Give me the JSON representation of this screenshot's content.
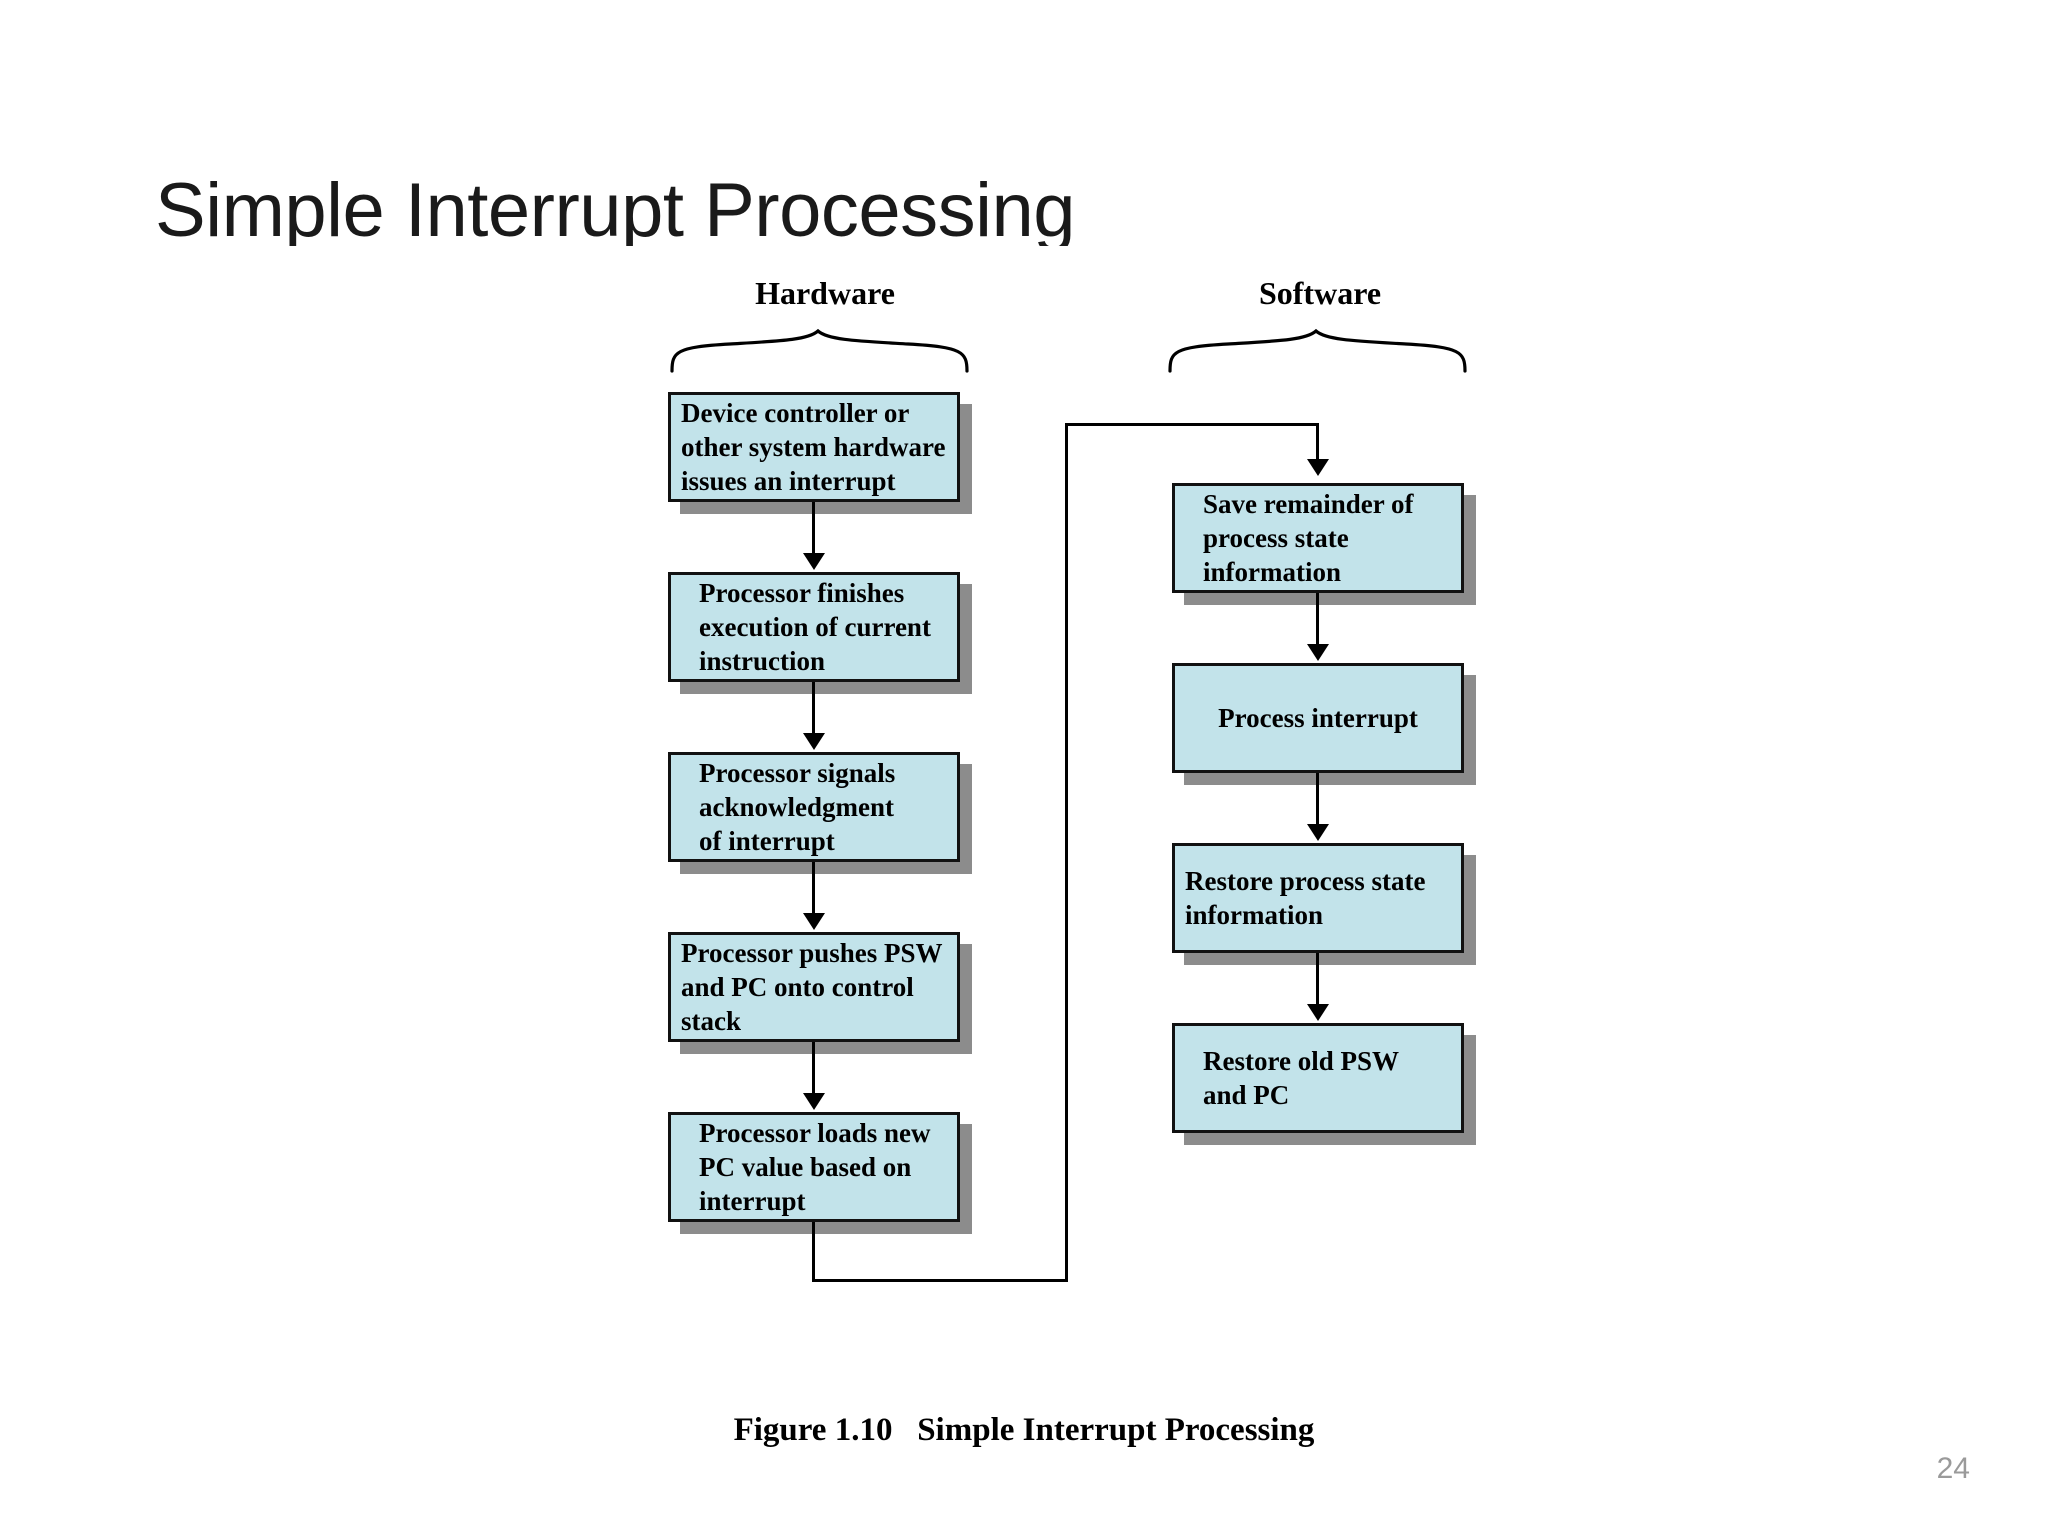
{
  "slide": {
    "title": "Simple Interrupt Processing",
    "page_number": "24",
    "caption": "Figure 1.10   Simple Interrupt Processing"
  },
  "colors": {
    "box_fill": "#c2e3ea",
    "box_border": "#111111",
    "box_shadow": "#8c8c8c",
    "connector": "#000000",
    "title_text": "#1a1a1a",
    "page_number_text": "#9a9a9a",
    "background": "#ffffff"
  },
  "columns": [
    {
      "id": "hardware",
      "label": "Hardware"
    },
    {
      "id": "software",
      "label": "Software"
    }
  ],
  "hardware_steps": [
    {
      "text": "Device controller or\nother system hardware\nissues an interrupt"
    },
    {
      "text": "Processor finishes\nexecution of current\ninstruction"
    },
    {
      "text": "Processor signals\nacknowledgment\nof interrupt"
    },
    {
      "text": "Processor pushes PSW\nand PC onto control\nstack"
    },
    {
      "text": "Processor loads new\nPC value based on\ninterrupt"
    }
  ],
  "software_steps": [
    {
      "text": "Save remainder of\nprocess state\ninformation"
    },
    {
      "text": "Process interrupt"
    },
    {
      "text": "Restore process state\ninformation"
    },
    {
      "text": "Restore old PSW\nand PC"
    }
  ]
}
